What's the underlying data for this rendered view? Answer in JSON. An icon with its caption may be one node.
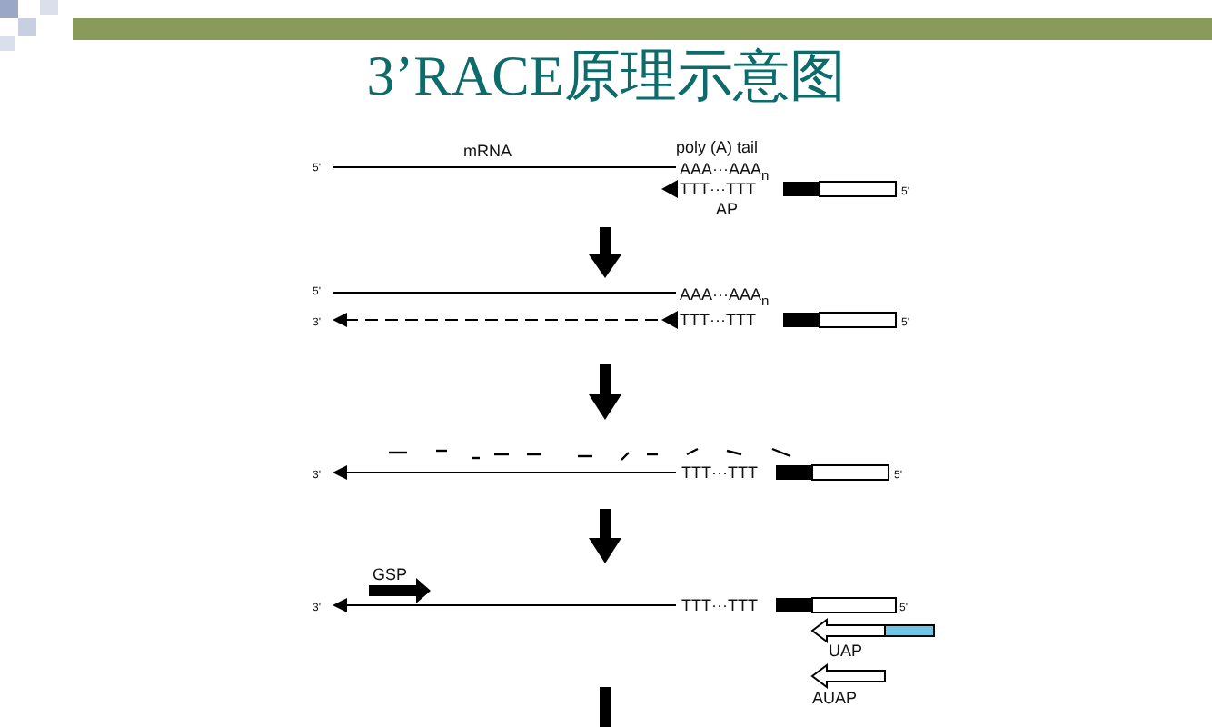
{
  "diagram": {
    "title": "3’RACE原理示意图",
    "labels": [
      "mRNA",
      "poly (A) tail",
      "5'",
      "AAA···AAA$_{n}$",
      "TTT···TTT",
      "5'",
      "AP",
      "5'",
      "AAA···AAA$_{n}$",
      "3'",
      "TTT···TTT",
      "5'",
      "3'",
      "TTT···TTT",
      "5'",
      "GSP",
      "3'",
      "TTT···TTT",
      "5'",
      "UAP",
      "AUAP"
    ]
  }
}
